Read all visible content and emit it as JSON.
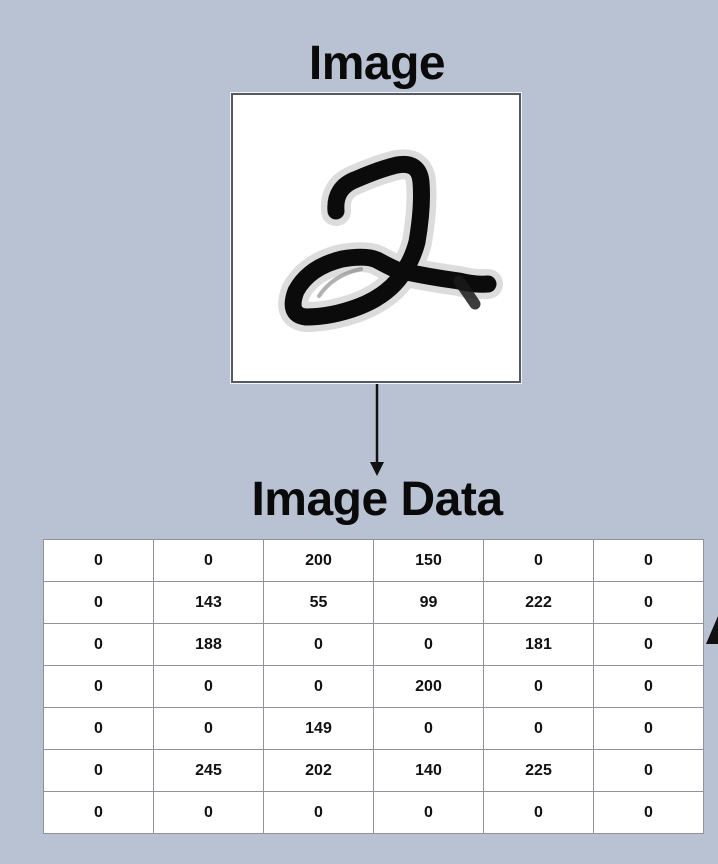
{
  "titles": {
    "image": "Image",
    "image_data": "Image Data"
  },
  "image": {
    "icon": "handwritten-digit-2-image",
    "ink_color": "#0b0b0b",
    "background_color": "#ffffff"
  },
  "connector": {
    "icon": "down-arrow-icon"
  },
  "table": {
    "rows": [
      [
        "0",
        "0",
        "200",
        "150",
        "0",
        "0"
      ],
      [
        "0",
        "143",
        "55",
        "99",
        "222",
        "0"
      ],
      [
        "0",
        "188",
        "0",
        "0",
        "181",
        "0"
      ],
      [
        "0",
        "0",
        "0",
        "200",
        "0",
        "0"
      ],
      [
        "0",
        "0",
        "149",
        "0",
        "0",
        "0"
      ],
      [
        "0",
        "245",
        "202",
        "140",
        "225",
        "0"
      ],
      [
        "0",
        "0",
        "0",
        "0",
        "0",
        "0"
      ]
    ]
  },
  "colors": {
    "background": "#b9c2d3",
    "text": "#0a0a0a",
    "grid": "#8f949c"
  }
}
